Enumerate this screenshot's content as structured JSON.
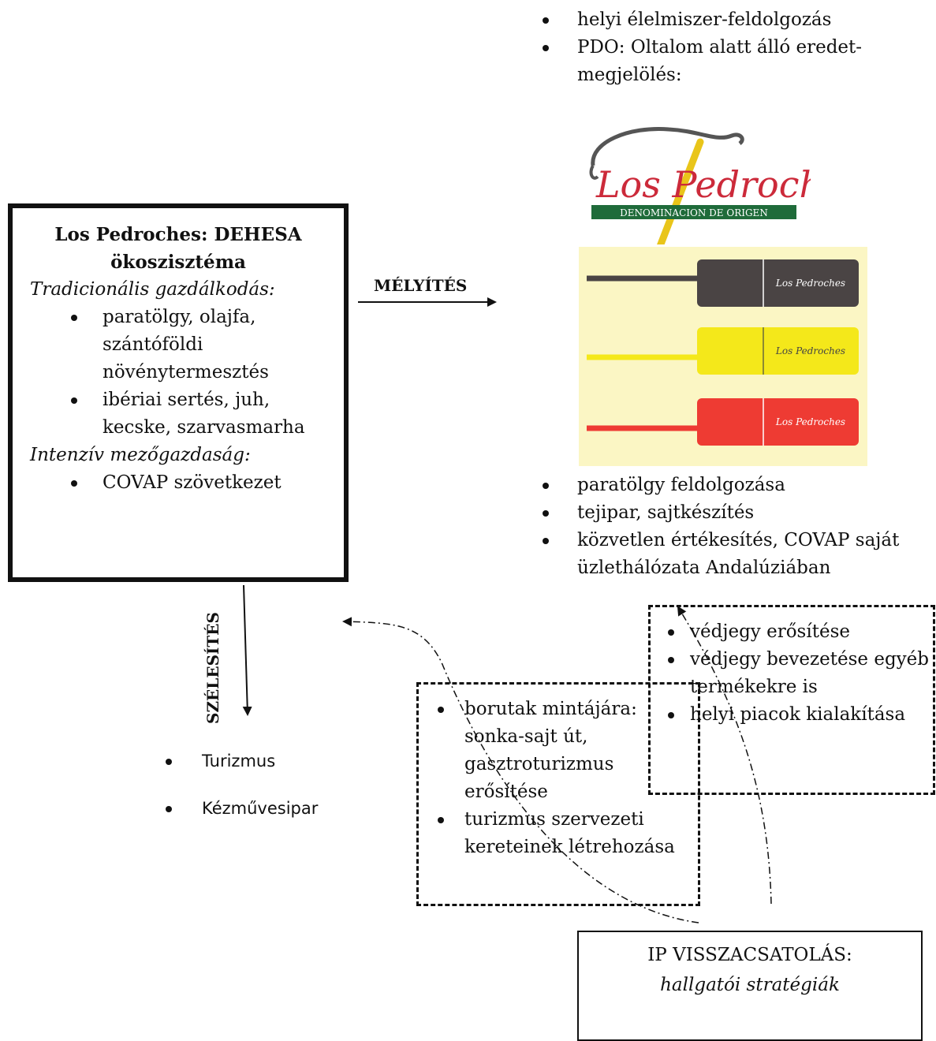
{
  "top_list": [
    "helyi élelmiszer-feldolgozás",
    "PDO: Oltalom alatt álló eredet-megjelölés:"
  ],
  "logo": {
    "main_text": "Los Pedroches",
    "band_text": "DENOMINACION DE ORIGEN",
    "colors": {
      "red": "#cc2a3a",
      "green": "#1f6b3a",
      "yellow": "#e9c51a",
      "gray": "#555555"
    }
  },
  "tags_image": {
    "background": "#fbf6c4",
    "tags": [
      {
        "color": "#4a4444",
        "label": "Los Pedroches"
      },
      {
        "color": "#f4e81a",
        "label": "Los Pedroches"
      },
      {
        "color": "#ee3b33",
        "label": "Los Pedroches"
      }
    ]
  },
  "main_box": {
    "title": "Los Pedroches: DEHESA ökoszisztéma",
    "traditional_label": "Tradicionális gazdálkodás:",
    "traditional_items": [
      "paratölgy, olajfa, szántóföldi növénytermesztés",
      "ibériai sertés, juh, kecske, szarvasmarha"
    ],
    "intensive_label": "Intenzív mezőgazdaság:",
    "intensive_items": [
      "COVAP szövetkezet"
    ]
  },
  "arrows": {
    "deepening": "MÉLYÍTÉS",
    "broadening": "SZÉLESÍTÉS"
  },
  "broadening_list": [
    "Turizmus",
    "Kézművesipar"
  ],
  "processing_list": [
    "paratölgy feldolgozása",
    "tejipar, sajtkészítés",
    "közvetlen értékesítés, COVAP saját üzlethálózata Andalúziában"
  ],
  "brand_box": [
    "védjegy erősítése",
    "védjegy bevezetése egyéb termékekre is",
    "helyi piacok kialakítása"
  ],
  "tourism_box": [
    "borutak mintájára: sonka-sajt út, gasztroturizmus erősítése",
    "turizmus szervezeti kereteinek létrehozása"
  ],
  "feedback_box": {
    "title": "IP VISSZACSATOLÁS:",
    "subtitle": "hallgatói stratégiák"
  }
}
